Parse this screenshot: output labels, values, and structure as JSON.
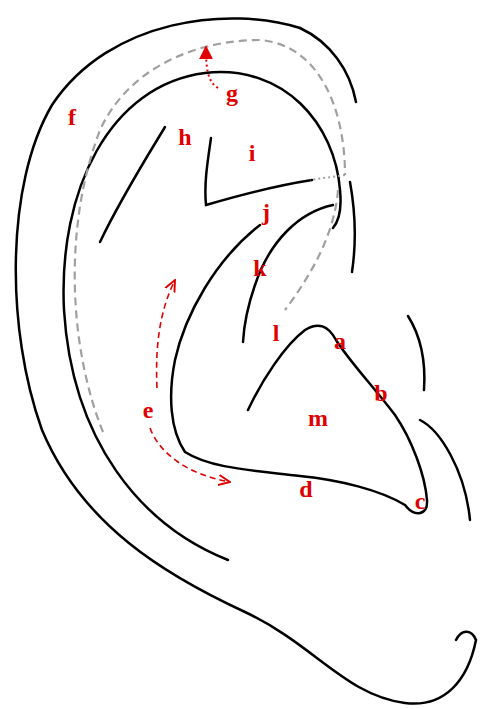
{
  "diagram": {
    "labels": [
      "g",
      "f",
      "h",
      "i",
      "j",
      "k",
      "l",
      "a",
      "b",
      "m",
      "e",
      "d",
      "c"
    ]
  }
}
